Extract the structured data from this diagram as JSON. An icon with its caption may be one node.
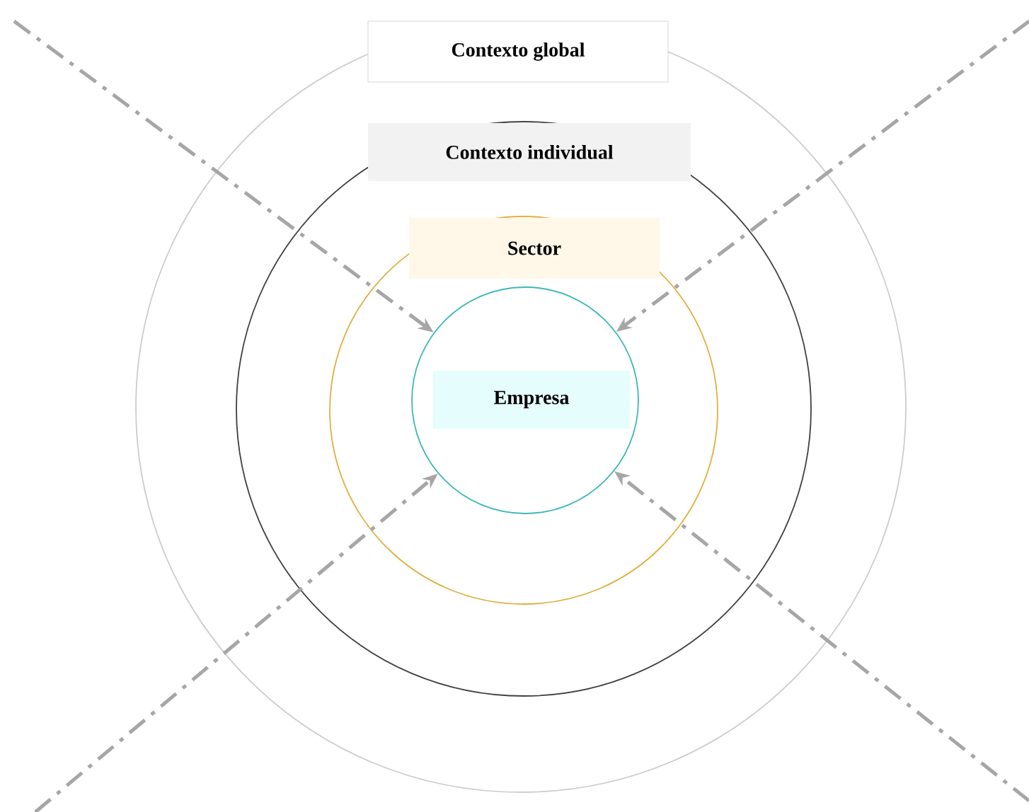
{
  "diagram": {
    "nodes": [
      {
        "text": [
          "Contexto global"
        ]
      },
      {
        "text": [
          "Contexto individual"
        ],
        "in": 0
      },
      {
        "text": [
          "Sector"
        ],
        "in": 1
      },
      {
        "text": [
          "Empresa"
        ],
        "in": 2
      }
    ],
    "edges": [
      {
        "from": null,
        "to": 3,
        "arrow": "to",
        "style": "dashed"
      },
      {
        "from": null,
        "to": 3,
        "arrow": "to",
        "style": "dashed"
      },
      {
        "from": null,
        "to": 3,
        "arrow": "to",
        "style": "dashed"
      },
      {
        "from": null,
        "to": 3,
        "arrow": "to",
        "style": "dashed"
      }
    ]
  }
}
